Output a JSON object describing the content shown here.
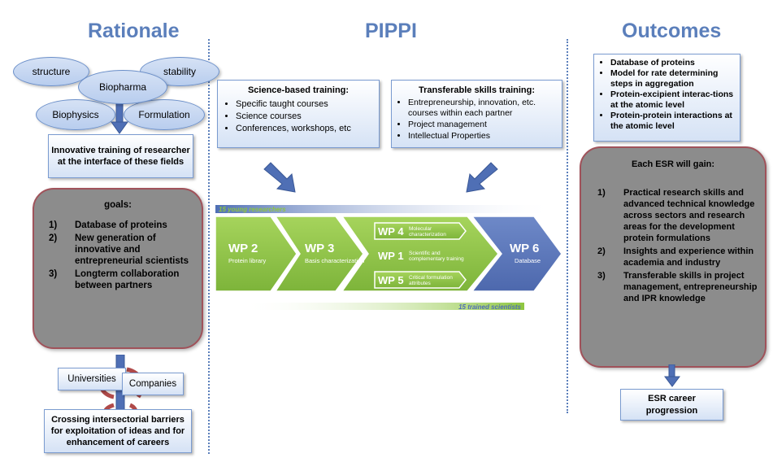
{
  "headings": {
    "left": "Rationale",
    "center": "PIPPI",
    "right": "Outcomes"
  },
  "rationale": {
    "ellipses": {
      "structure": "structure",
      "stability": "stability",
      "biopharma": "Biopharma",
      "biophysics": "Biophysics",
      "formulation": "Formulation"
    },
    "training_box": "Innovative training of researcher at the interface of these fields",
    "goals": {
      "title": "goals:",
      "items": [
        {
          "num": "1)",
          "text": "Database of proteins"
        },
        {
          "num": "2)",
          "text": "New generation of innovative and entrepreneurial scientists"
        },
        {
          "num": "3)",
          "text": "Longterm collaboration between partners"
        }
      ]
    },
    "universities": "Universities",
    "companies": "Companies",
    "barriers_box": "Crossing intersectorial barriers for exploitation of ideas and for enhancement of careers"
  },
  "pippi": {
    "science": {
      "title": "Science-based training:",
      "items": [
        "Specific taught courses",
        "Science courses",
        "Conferences, workshops, etc"
      ]
    },
    "transferable": {
      "title": "Transferable skills training:",
      "items": [
        "Entrepreneurship, innovation, etc. courses within each partner",
        "Project management",
        "Intellectual Properties"
      ]
    },
    "band_top": "15 young researchers",
    "band_bottom": "15 trained scientists",
    "wp2": {
      "label": "WP 2",
      "sub": "Protein library"
    },
    "wp3": {
      "label": "WP 3",
      "sub": "Basis characterization"
    },
    "wp4": {
      "label": "WP 4",
      "sub1": "Molecular",
      "sub2": "characterization"
    },
    "wp1": {
      "label": "WP 1",
      "sub1": "Scientific and",
      "sub2": "complementary training"
    },
    "wp5": {
      "label": "WP 5",
      "sub1": "Critical formulation",
      "sub2": "attributes"
    },
    "wp6": {
      "label": "WP 6",
      "sub": "Database"
    }
  },
  "outcomes": {
    "list": [
      "Database of proteins",
      "Model for rate determining steps in aggregation",
      "Protein-excipient interac-tions at the atomic level",
      "Protein-protein interactions at the atomic level"
    ],
    "esr": {
      "title": "Each ESR will gain:",
      "items": [
        {
          "num": "1)",
          "text": "Practical research skills and advanced technical knowledge across sectors and research areas for the development  protein formulations"
        },
        {
          "num": "2)",
          "text": "Insights and experience within academia and industry"
        },
        {
          "num": "3)",
          "text": "Transferable skills in project management, entrepreneurship and IPR knowledge"
        }
      ]
    },
    "career": "ESR career progression"
  },
  "colors": {
    "heading": "#5b7fbb",
    "green": "#8ec63f",
    "blue": "#4f6fb5",
    "gray": "#8c8c8c"
  }
}
